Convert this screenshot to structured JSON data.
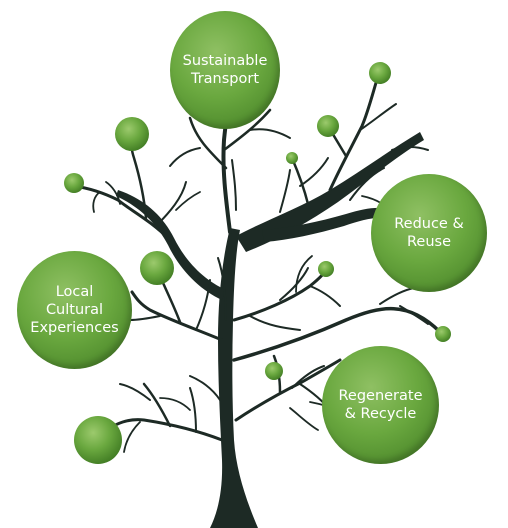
{
  "colors": {
    "trunk": "#1d2a25",
    "leaf_light": "#8fc063",
    "leaf_mid": "#6aa83f",
    "leaf_dark": "#3f7a22",
    "text": "#ffffff"
  },
  "bubbles": {
    "transport": "Sustainable\nTransport",
    "reduce": "Reduce &\nReuse",
    "local": "Local\nCultural\nExperiences",
    "regen": "Regenerate\n& Recycle"
  }
}
